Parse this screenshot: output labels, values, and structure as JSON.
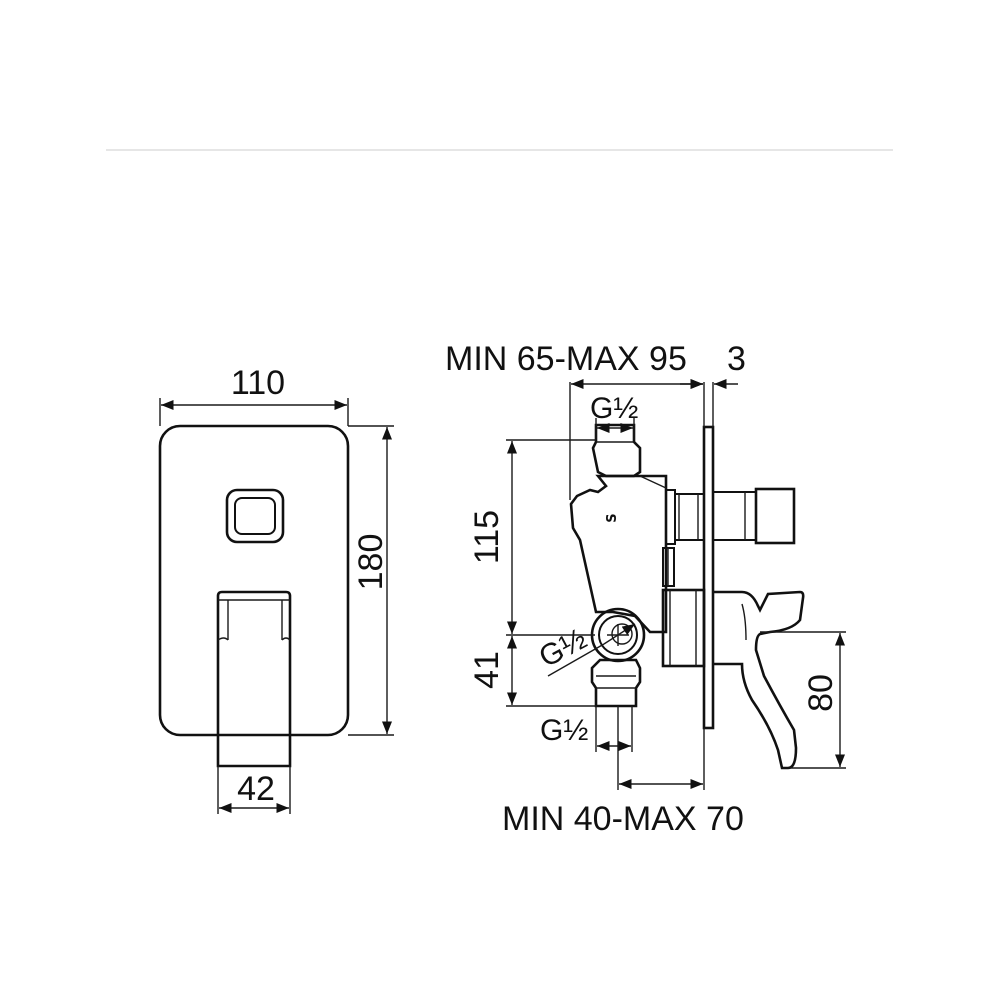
{
  "front_view": {
    "width_label": "110",
    "height_label": "180",
    "handle_width_label": "42"
  },
  "side_view": {
    "depth_top_label": "MIN 65-MAX 95",
    "plate_thickness_label": "3",
    "thread_top_label": "G½",
    "upper_height_label": "115",
    "thread_side_label": "G½",
    "lower_height_label": "41",
    "thread_bottom_label": "G½",
    "depth_bottom_label": "MIN 40-MAX 70",
    "spout_height_label": "80",
    "logo_mark": "S"
  },
  "colors": {
    "line": "#111111",
    "background": "#ffffff",
    "divider": "#e6e6e6"
  }
}
